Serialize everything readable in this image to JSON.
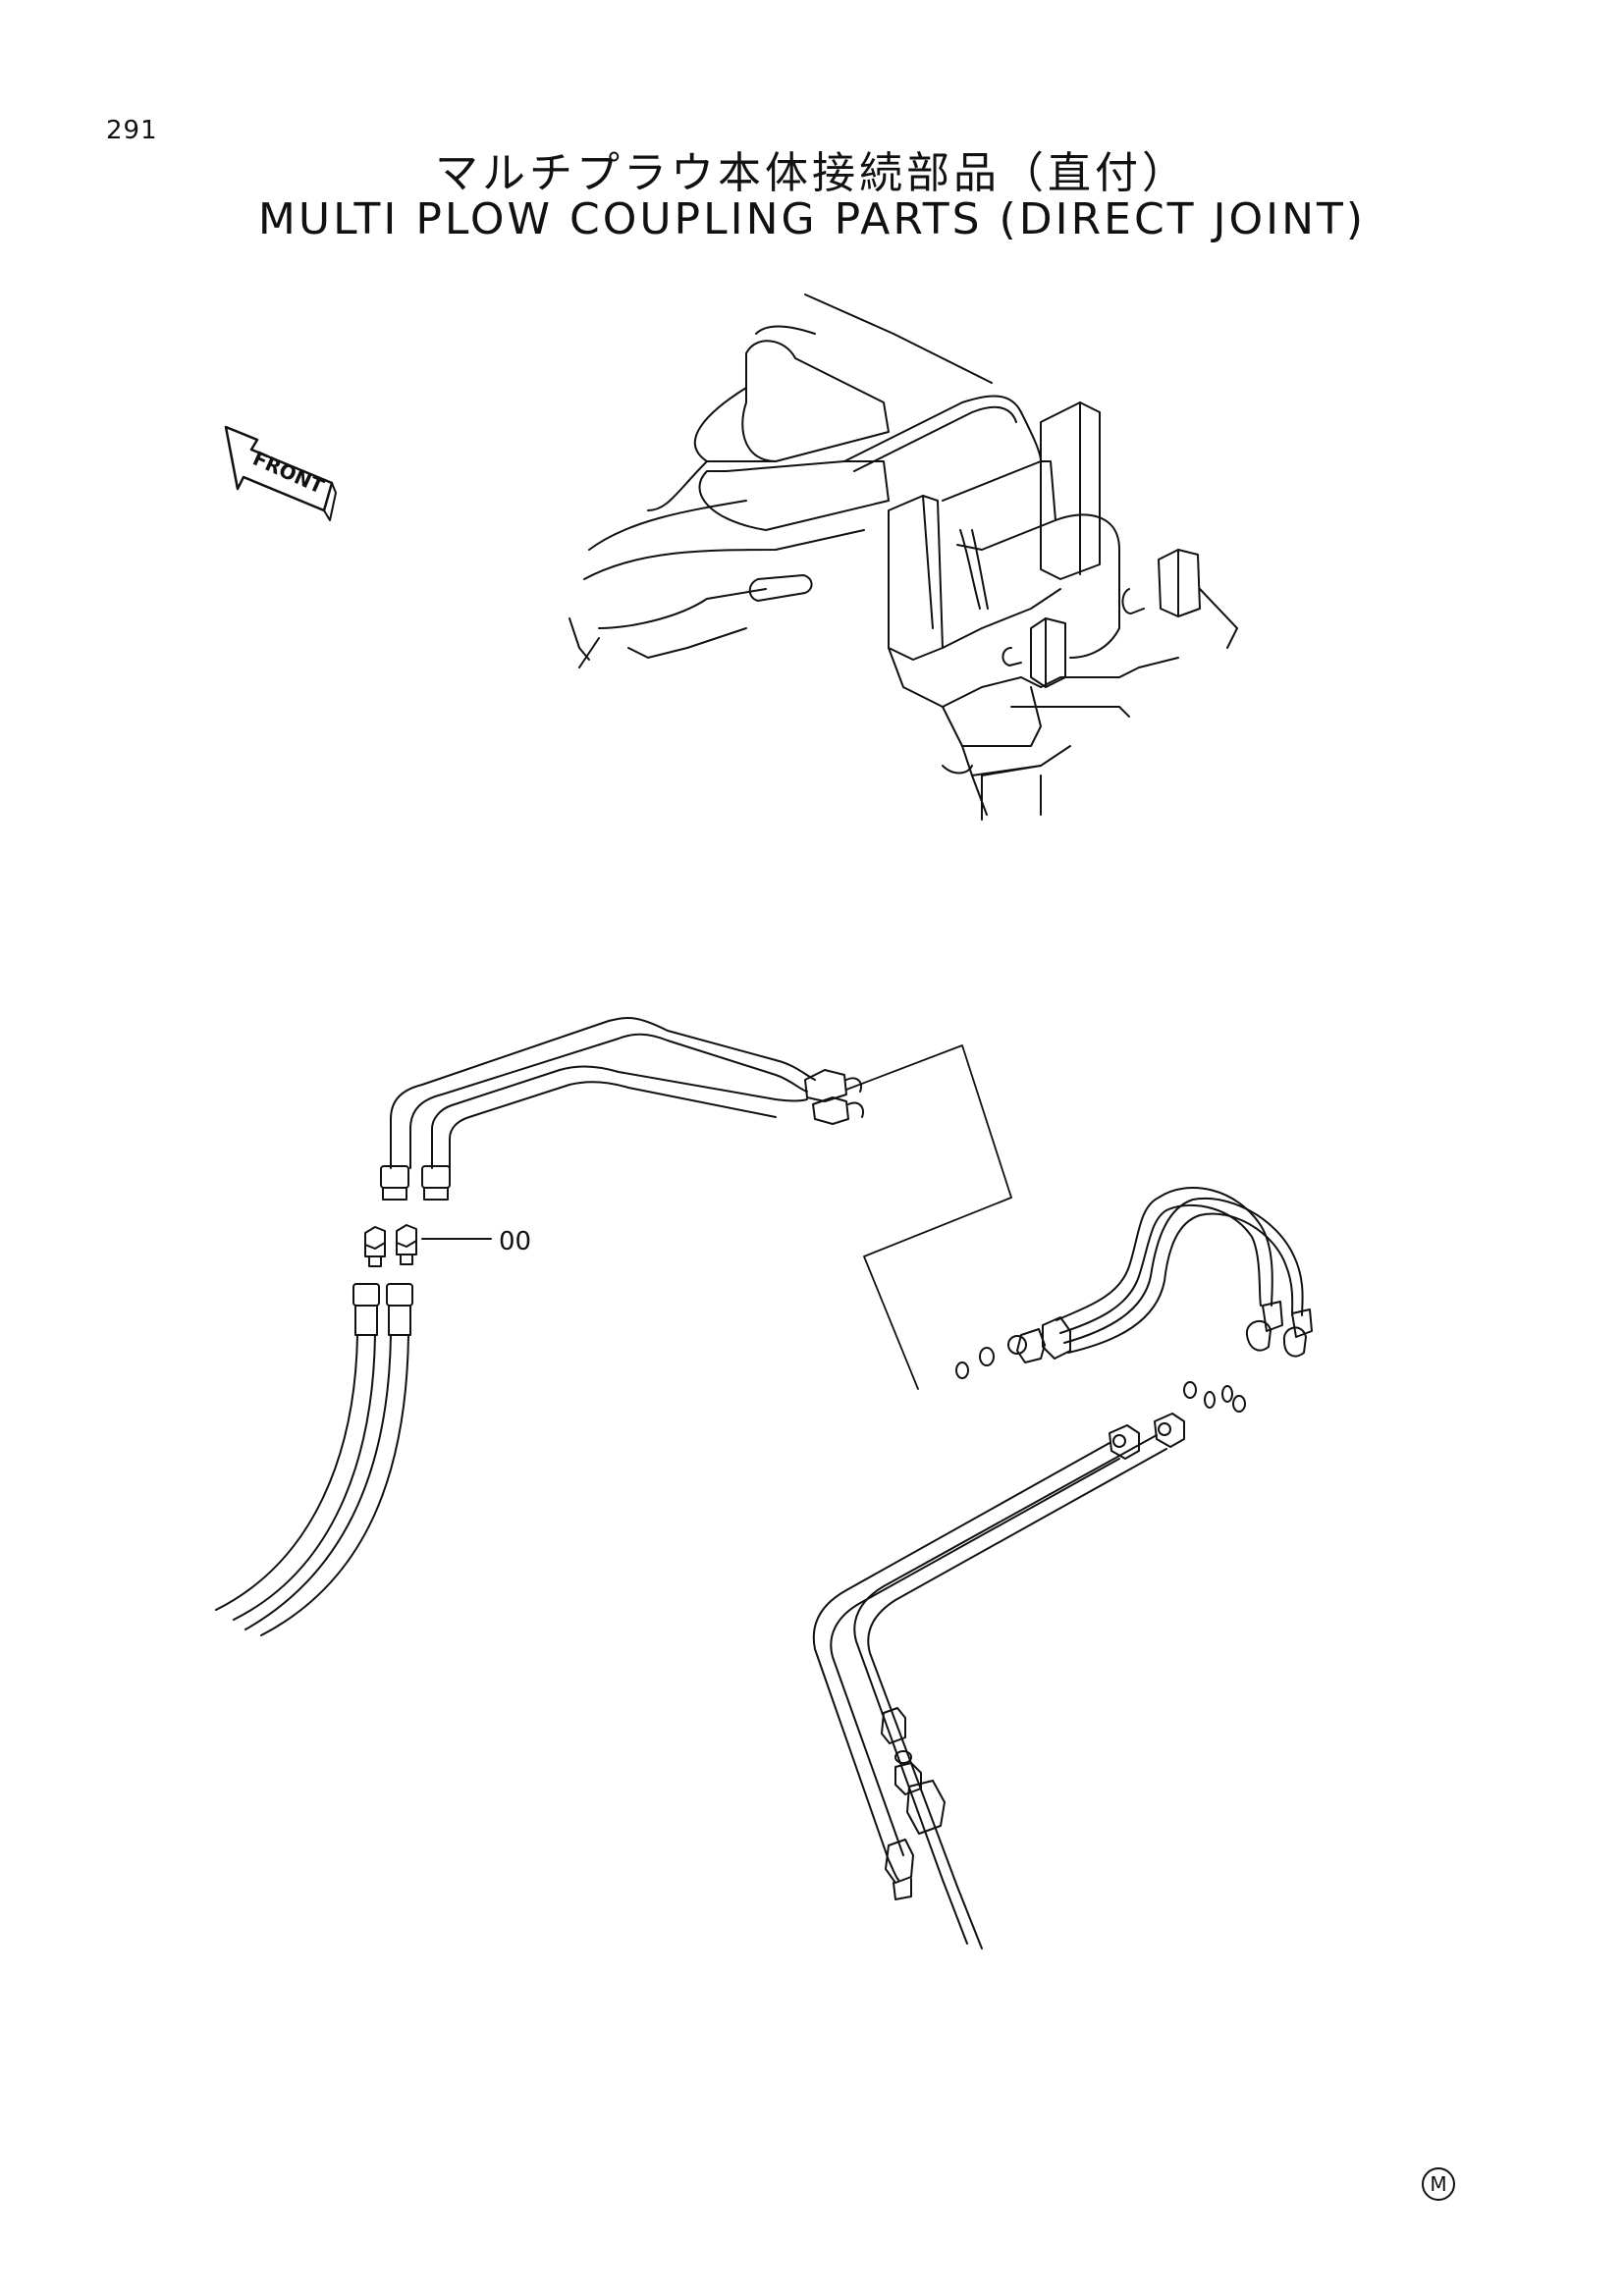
{
  "header": {
    "page_number": "291",
    "title_ja": "マルチプラウ本体接続部品（直付）",
    "title_en": "MULTI PLOW COUPLING PARTS (DIRECT JOINT)"
  },
  "diagram": {
    "direction_label": "FRONT",
    "callout_label": "00",
    "corner_mark": "M"
  }
}
